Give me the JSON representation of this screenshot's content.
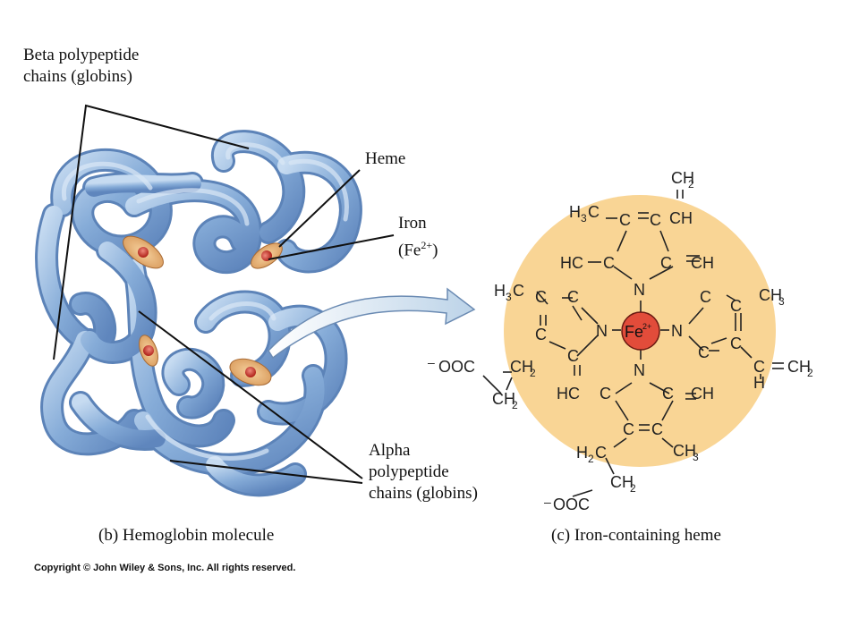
{
  "labels": {
    "beta_line1": "Beta polypeptide",
    "beta_line2": "chains (globins)",
    "heme": "Heme",
    "iron_line1": "Iron",
    "iron_line2_prefix": "(Fe",
    "iron_line2_sup": "2+",
    "iron_line2_suffix": ")",
    "alpha_line1": "Alpha",
    "alpha_line2": "polypeptide",
    "alpha_line3": "chains (globins)"
  },
  "captions": {
    "hemoglobin": "(b) Hemoglobin molecule",
    "heme": "(c) Iron-containing heme"
  },
  "copyright": "Copyright © John Wiley & Sons, Inc. All rights reserved.",
  "chem": {
    "fe": "Fe",
    "fe_charge": "2+",
    "N": "N",
    "C": "C",
    "CH": "CH",
    "HC": "HC",
    "H": "H",
    "H3C_H": "H",
    "CH3_C": "CH",
    "sub3": "3",
    "sub2": "2",
    "OOC": "OOC",
    "minus": "–",
    "double": "=",
    "vdouble": "||"
  },
  "colors": {
    "globin": "#7fa9d6",
    "globin_highlight": "#cfe0f2",
    "heme_disc": "#e8b57a",
    "iron": "#c8322a",
    "heme_circle": "#f9d595",
    "fe_circle": "#e24c3a"
  }
}
